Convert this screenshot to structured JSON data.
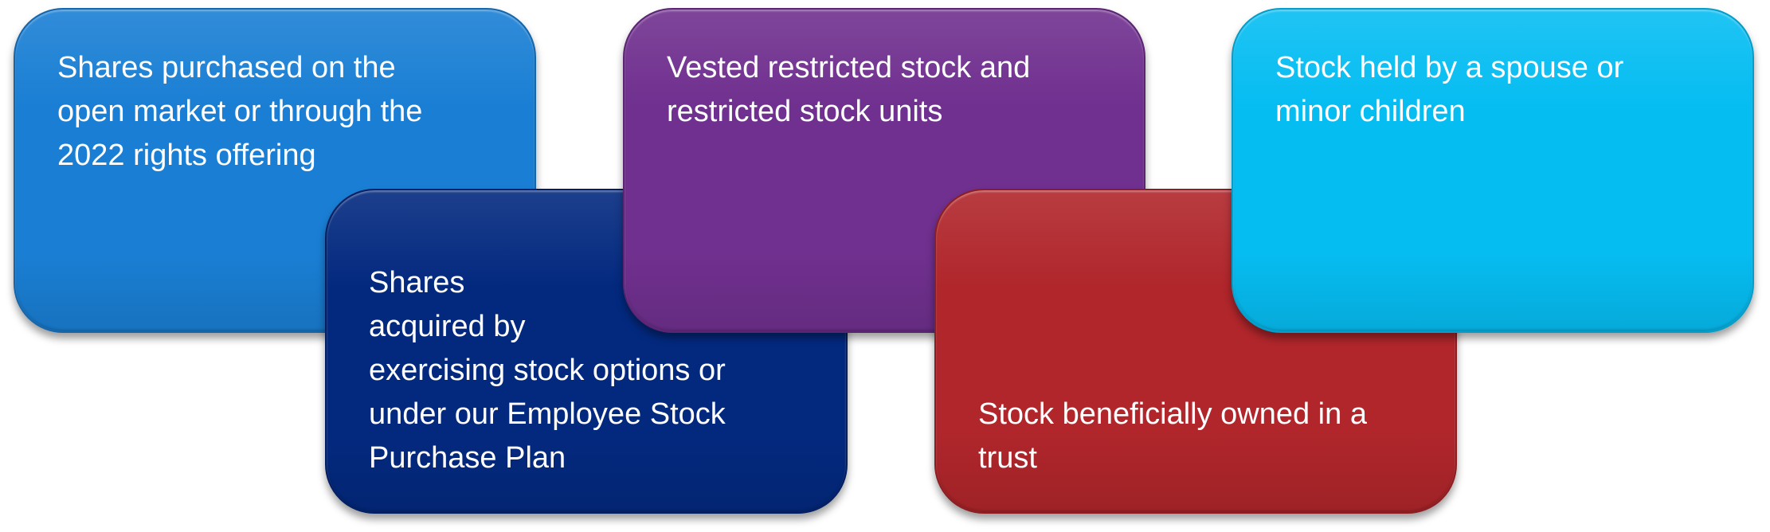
{
  "diagram": {
    "cards": [
      {
        "text": "Shares purchased on the\nopen market or through the\n2022 rights offering",
        "color": "#1a7fd4"
      },
      {
        "text": "Shares\nacquired by\nexercising stock options or\nunder our Employee Stock\nPurchase Plan",
        "color": "#03297f"
      },
      {
        "text": "Vested restricted stock and\nrestricted stock units",
        "color": "#70308f"
      },
      {
        "text": "Stock beneficially owned in a\ntrust",
        "color": "#b0262b"
      },
      {
        "text": "Stock held by a spouse or\nminor children",
        "color": "#06bdf2"
      }
    ]
  }
}
